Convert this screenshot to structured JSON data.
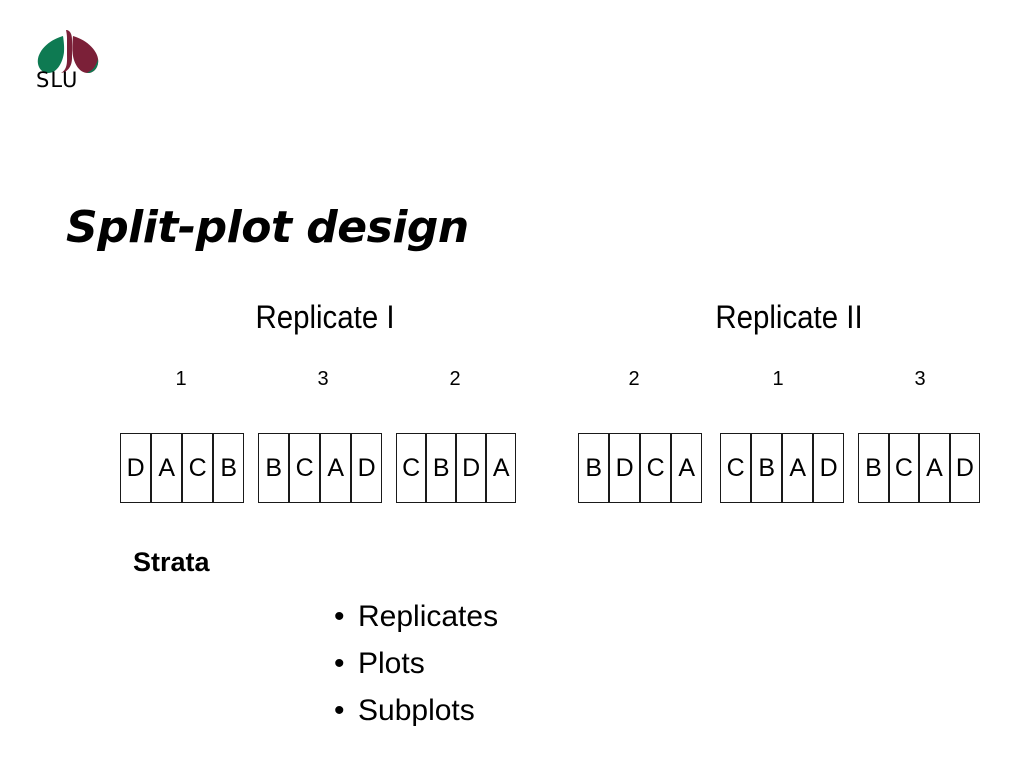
{
  "slide": {
    "background_color": "#ffffff",
    "title": "Split-plot design"
  },
  "logo": {
    "name": "slu-logo",
    "wordmark": "SLU",
    "green": "#0E7A52",
    "maroon": "#7B2038"
  },
  "diagram": {
    "replicates": [
      {
        "heading": "Replicate I",
        "plots": [
          {
            "number": "1",
            "subplots": [
              "D",
              "A",
              "C",
              "B"
            ]
          },
          {
            "number": "3",
            "subplots": [
              "B",
              "C",
              "A",
              "D"
            ]
          },
          {
            "number": "2",
            "subplots": [
              "C",
              "B",
              "D",
              "A"
            ]
          }
        ]
      },
      {
        "heading": "Replicate II",
        "plots": [
          {
            "number": "2",
            "subplots": [
              "B",
              "D",
              "C",
              "A"
            ]
          },
          {
            "number": "1",
            "subplots": [
              "C",
              "B",
              "A",
              "D"
            ]
          },
          {
            "number": "3",
            "subplots": [
              "B",
              "C",
              "A",
              "D"
            ]
          }
        ]
      }
    ]
  },
  "strata": {
    "label": "Strata",
    "bullet_glyph": "•",
    "items": [
      "Replicates",
      "Plots",
      "Subplots"
    ]
  }
}
